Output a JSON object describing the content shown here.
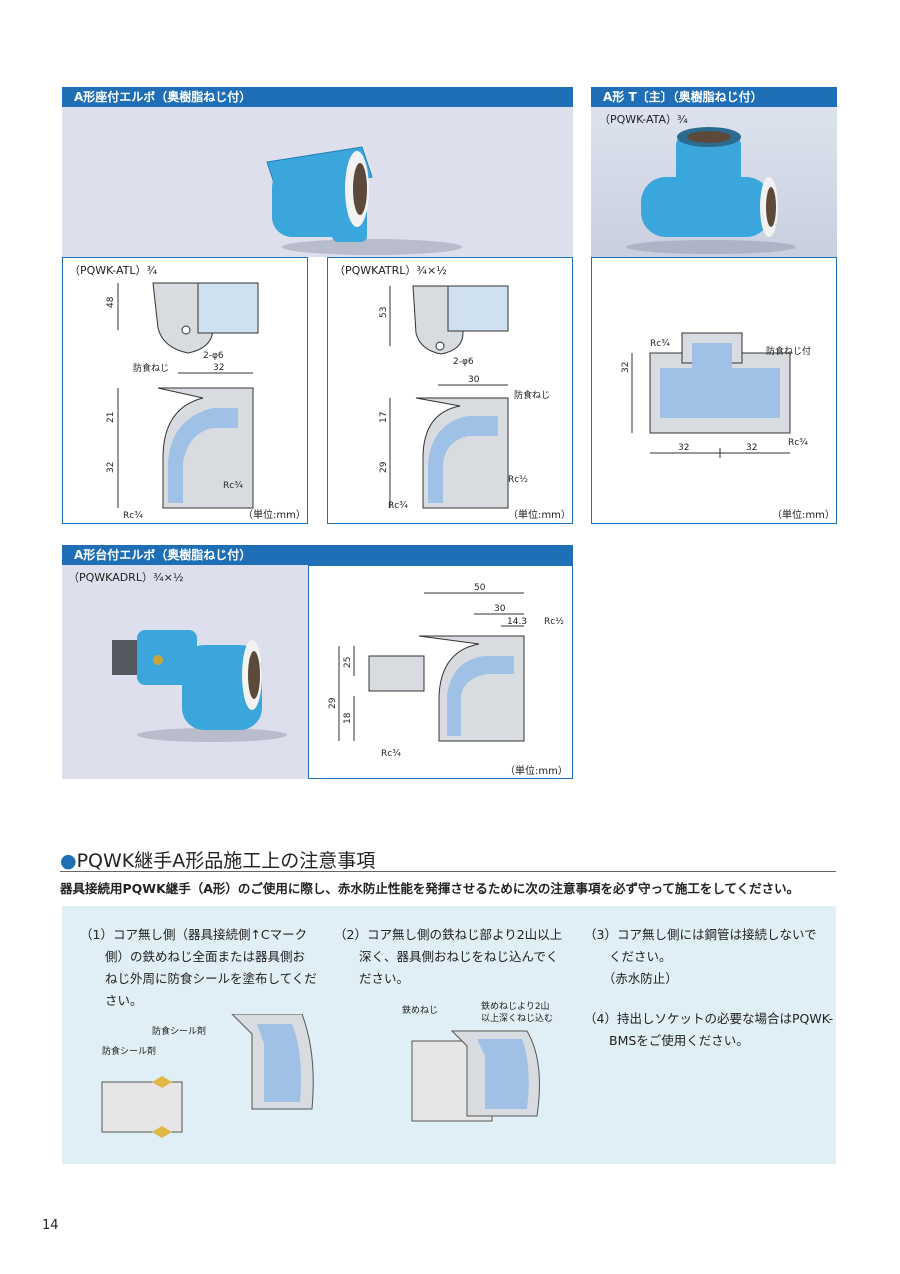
{
  "panel_a_atl": {
    "header": "A形座付エルボ（奥樹脂ねじ付）",
    "model": "（PQWK-ATL）¾",
    "dims": {
      "d48": "48",
      "d32": "32",
      "d21": "21",
      "d32b": "32",
      "hole": "2-φ6",
      "boshoku": "防食ねじ",
      "rc1": "Rc¾",
      "rc2": "Rc¾"
    },
    "unit": "（単位:mm）"
  },
  "panel_a_atrl": {
    "model": "（PQWKATRL）¾×½",
    "dims": {
      "d53": "53",
      "d30": "30",
      "d17": "17",
      "d29": "29",
      "hole": "2-φ6",
      "boshoku": "防食ねじ",
      "rc1": "Rc½",
      "rc2": "Rc¾"
    },
    "unit": "（単位:mm）"
  },
  "panel_a_t": {
    "header": "A形 T〔主〕（奥樹脂ねじ付）",
    "model": "（PQWK-ATA）¾",
    "dims": {
      "rc1": "Rc¾",
      "d32": "32",
      "boshoku": "防食ねじ付",
      "rc2": "Rc¾",
      "w1": "32",
      "w2": "32"
    },
    "unit": "（単位:mm）"
  },
  "panel_a_drl": {
    "header": "A形台付エルボ（奥樹脂ねじ付）",
    "model": "（PQWKADRL）¾×½",
    "dims": {
      "d50": "50",
      "d30": "30",
      "d143": "14.3",
      "rc1": "Rc½",
      "d25": "25",
      "d29": "29",
      "d18": "18",
      "rc2": "Rc¾"
    },
    "unit": "（単位:mm）"
  },
  "section": {
    "title": "PQWK継手A形品施工上の注意事項",
    "intro": "器具接続用PQWK継手（A形）のご使用に際し、赤水防止性能を発揮させるために次の注意事項を必ず守って施工をしてください。",
    "notes": [
      {
        "lines": [
          "（1）コア無し側（器具接続側↑Cマーク",
          "　　側）の鉄めねじ全面または器具側お",
          "　　ねじ外周に防食シールを塗布してくだ",
          "　　さい。"
        ]
      },
      {
        "lines": [
          "（2）コア無し側の鉄ねじ部より2山以上",
          "　　深く、器具側おねじをねじ込んでく",
          "　　ださい。"
        ]
      },
      {
        "lines": [
          "（3）コア無し側には鋼管は接続しないで",
          "　　ください。",
          "　　（赤水防止）"
        ]
      },
      {
        "lines": [
          "（4）持出しソケットの必要な場合はPQWK-",
          "　　BMSをご使用ください。"
        ]
      }
    ],
    "fig1": {
      "label1": "防食シール剤",
      "label2": "防食シール剤"
    },
    "fig2": {
      "label1": "鉄めねじ",
      "label2": "鉄めねじより2山",
      "label3": "以上深くねじ込む"
    }
  },
  "page_number": "14",
  "colors": {
    "accent": "#1f6fb7",
    "fitting_blue": "#3aa6dc",
    "note_bg": "#e0eef5"
  }
}
